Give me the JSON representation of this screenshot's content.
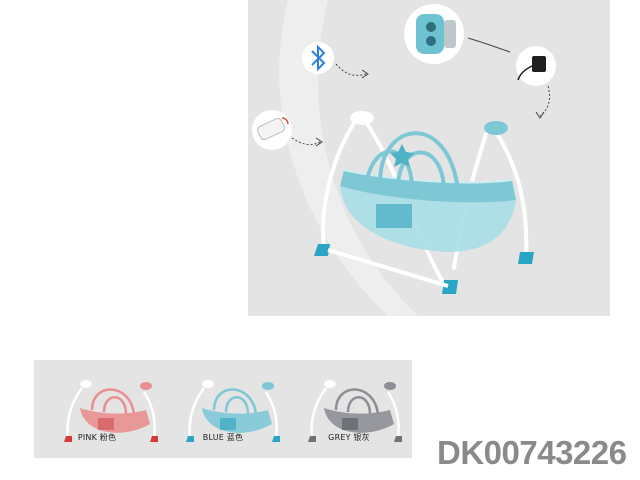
{
  "product_code": "DK00743226",
  "colors": {
    "panel": "#e4e4e4",
    "blue": "#7ec8d6",
    "pink": "#e98f8f",
    "grey": "#8d8f96",
    "code_text": "#8a8a8a"
  },
  "icons": [
    "bluetooth-icon",
    "remote-control-icon",
    "control-box-icon",
    "power-adapter-icon"
  ],
  "variants": [
    {
      "label": "PINK 粉色",
      "color": "#e98f8f",
      "foot": "#d83a3a"
    },
    {
      "label": "BLUE 蓝色",
      "color": "#7ec8d6",
      "foot": "#2aa6c4"
    },
    {
      "label": "GREY 银灰",
      "color": "#8d8f96",
      "foot": "#6f7178"
    }
  ]
}
